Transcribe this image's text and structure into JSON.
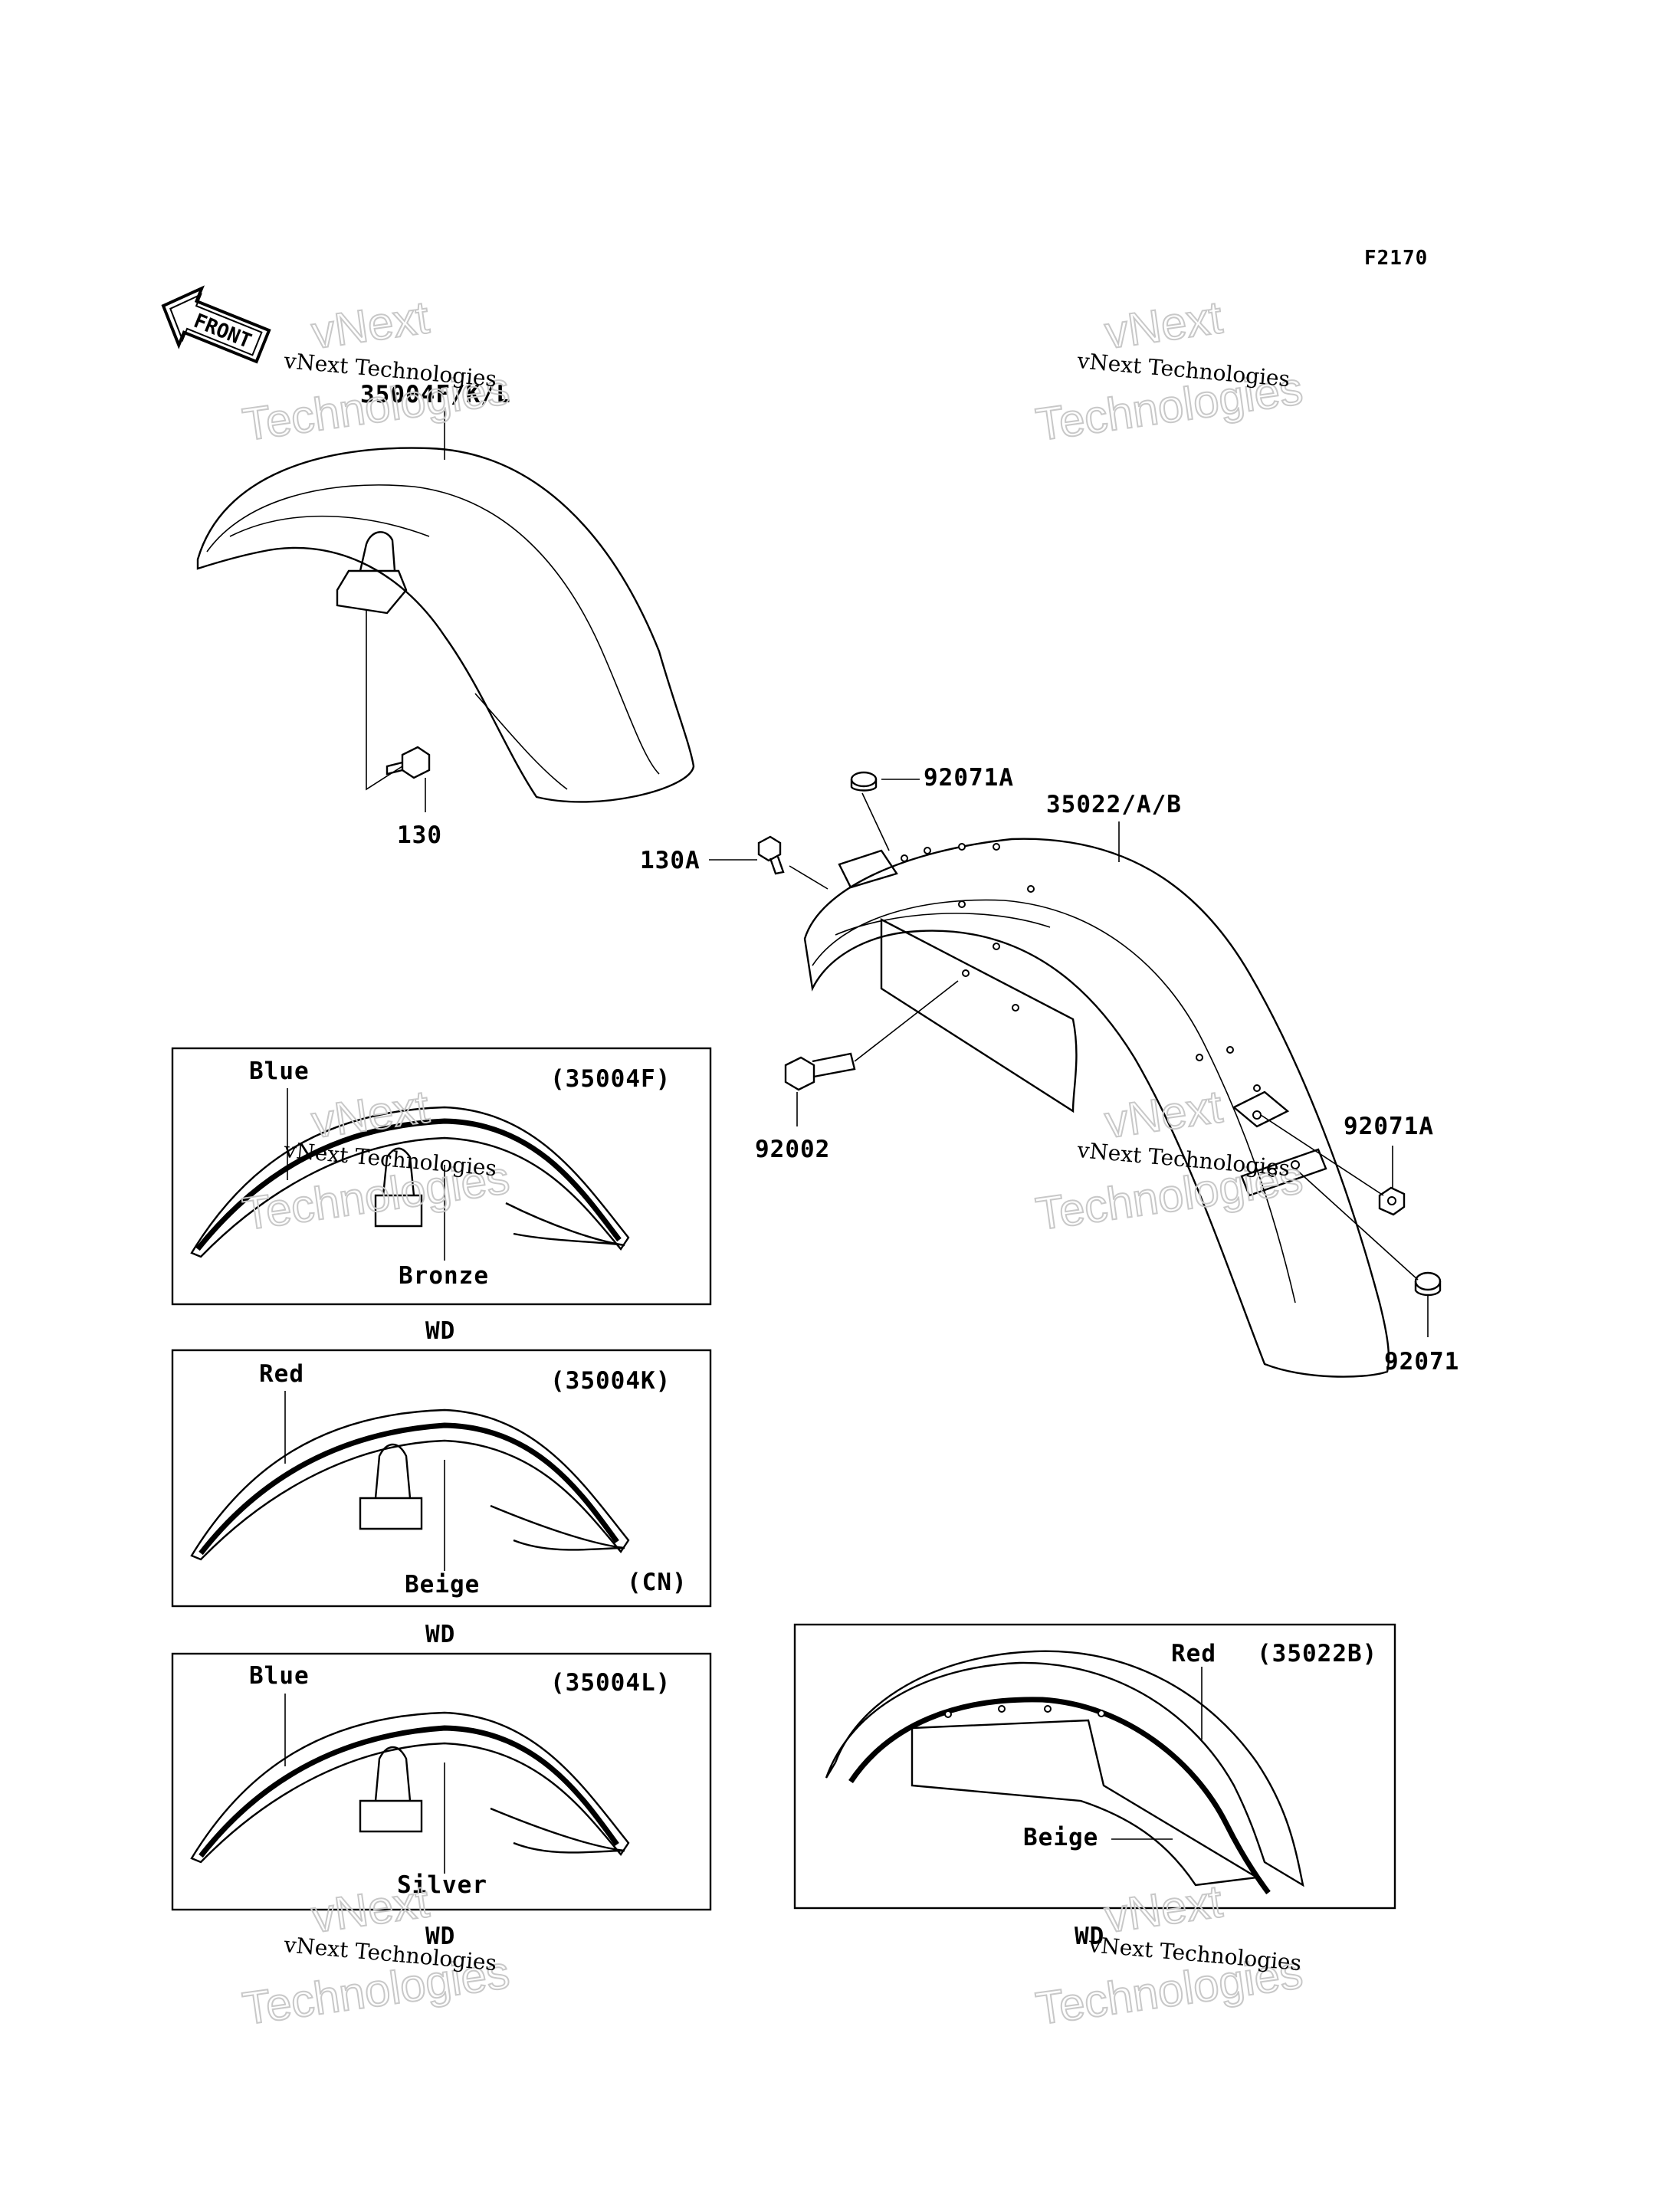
{
  "figure_code": "F2170",
  "front_arrow": {
    "text": "FRONT"
  },
  "watermark": {
    "line1": "vNext",
    "line2": "Technologies",
    "caption": "vNext Technologies"
  },
  "main_parts": {
    "front_fender": "35004F/K/L",
    "bolt_front": "130",
    "rear_fender": "35022/A/B",
    "bolt_rear": "130A",
    "nut_top": "92071A",
    "bolt_side": "92002",
    "nut_right": "92071A",
    "nut_bottom": "92071"
  },
  "variants": [
    {
      "code": "(35004F)",
      "stripe": "Blue",
      "body": "Bronze",
      "note": "",
      "region": "WD"
    },
    {
      "code": "(35004K)",
      "stripe": "Red",
      "body": "Beige",
      "note": "(CN)",
      "region": "WD"
    },
    {
      "code": "(35004L)",
      "stripe": "Blue",
      "body": "Silver",
      "note": "",
      "region": "WD"
    },
    {
      "code": "(35022B)",
      "stripe": "Red",
      "body": "Beige",
      "note": "",
      "region": "WD"
    }
  ]
}
